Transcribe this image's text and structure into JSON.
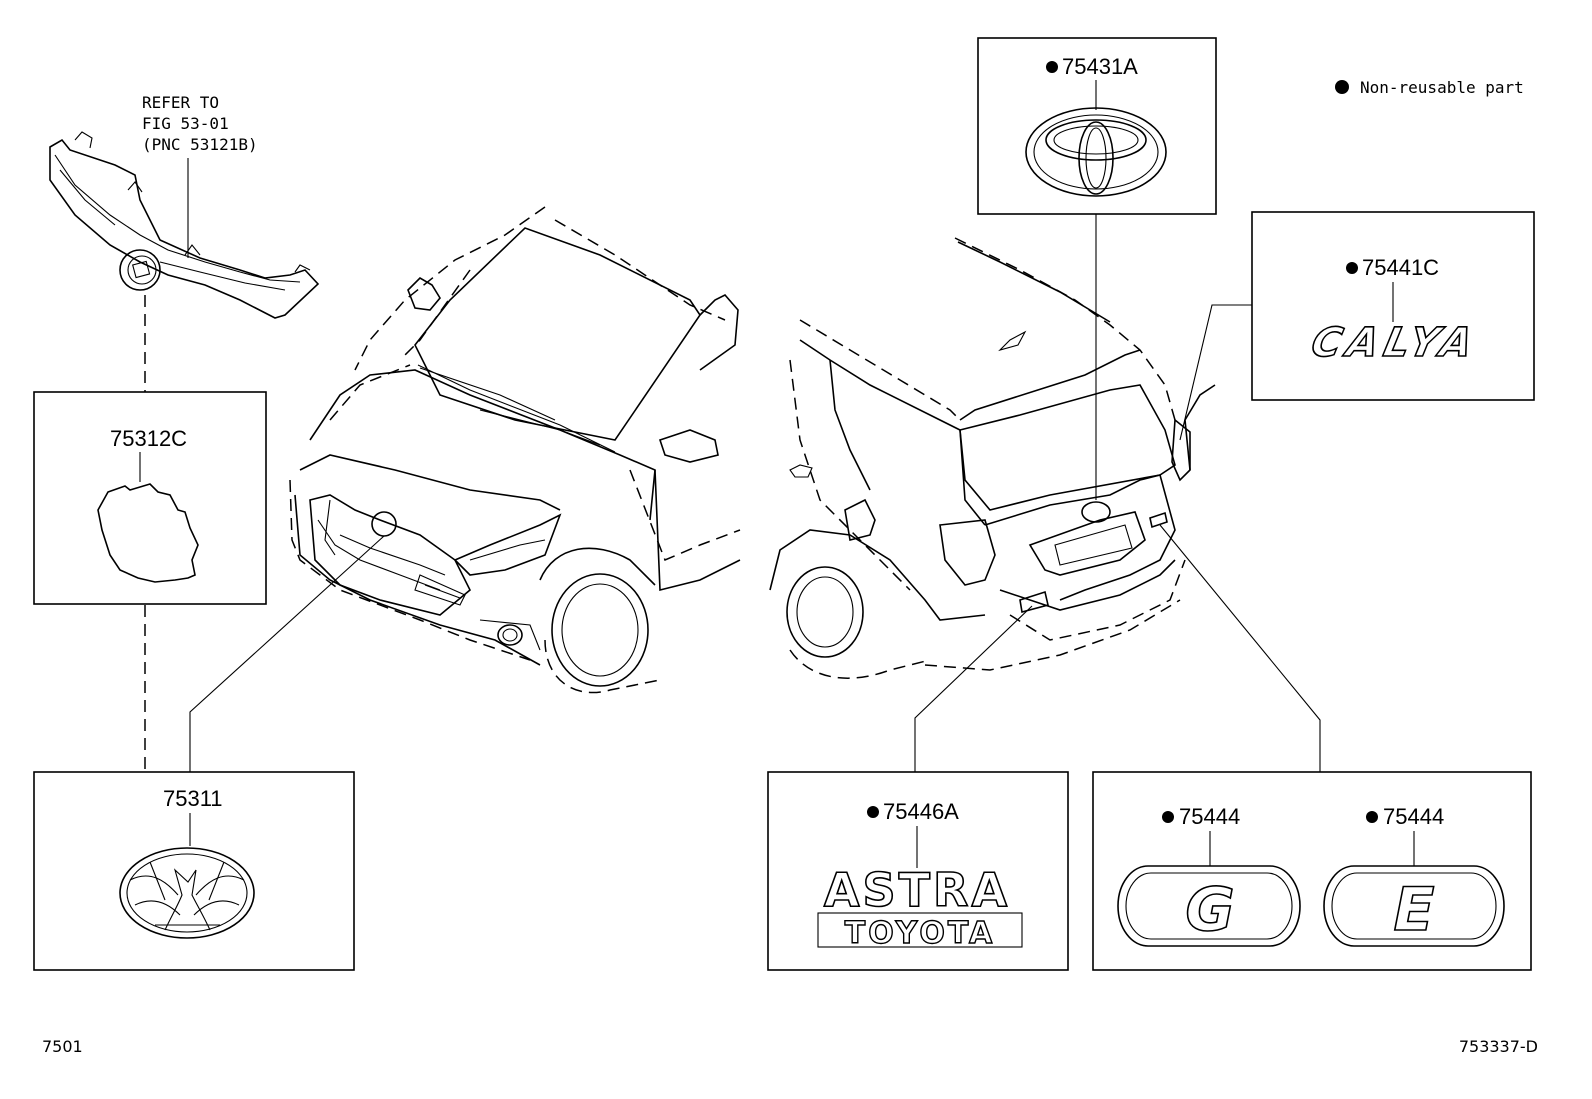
{
  "legend": {
    "text": "Non-reusable part"
  },
  "refer_note": {
    "line1": "REFER TO",
    "line2": "FIG 53-01",
    "line3": "(PNC 53121B)"
  },
  "parts": {
    "p75431A": "75431A",
    "p75441C": "75441C",
    "p75312C": "75312C",
    "p75311": "75311",
    "p75446A": "75446A",
    "p75444_g": "75444",
    "p75444_e": "75444"
  },
  "emblem_text": {
    "calya": "CALYA",
    "astra": "ASTRA",
    "toyota": "TOYOTA",
    "g": "G",
    "e": "E"
  },
  "footer": {
    "left": "7501",
    "right": "753337-D"
  }
}
